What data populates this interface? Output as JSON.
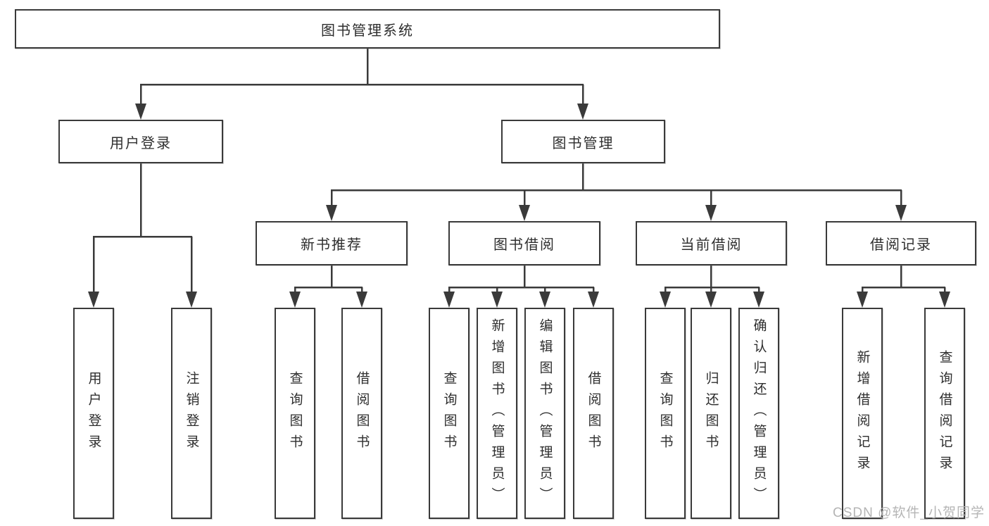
{
  "colors": {
    "line": "#3a3a3a",
    "border": "#3a3a3a",
    "text": "#2e2e2e",
    "bg": "#ffffff"
  },
  "tree": {
    "label": "图书管理系统",
    "children": [
      {
        "label": "用户登录",
        "children": [
          {
            "label": "用户登录"
          },
          {
            "label": "注销登录"
          }
        ]
      },
      {
        "label": "图书管理",
        "children": [
          {
            "label": "新书推荐",
            "children": [
              {
                "label": "查询图书"
              },
              {
                "label": "借阅图书"
              }
            ]
          },
          {
            "label": "图书借阅",
            "children": [
              {
                "label": "查询图书"
              },
              {
                "label": "新增图书（管理员）"
              },
              {
                "label": "编辑图书（管理员）"
              },
              {
                "label": "借阅图书"
              }
            ]
          },
          {
            "label": "当前借阅",
            "children": [
              {
                "label": "查询图书"
              },
              {
                "label": "归还图书"
              },
              {
                "label": "确认归还（管理员）"
              }
            ]
          },
          {
            "label": "借阅记录",
            "children": [
              {
                "label": "新增借阅记录"
              },
              {
                "label": "查询借阅记录"
              }
            ]
          }
        ]
      }
    ]
  },
  "watermark": {
    "text": "CSDN @软件_小贺同学",
    "color": "#b5b5b5"
  }
}
